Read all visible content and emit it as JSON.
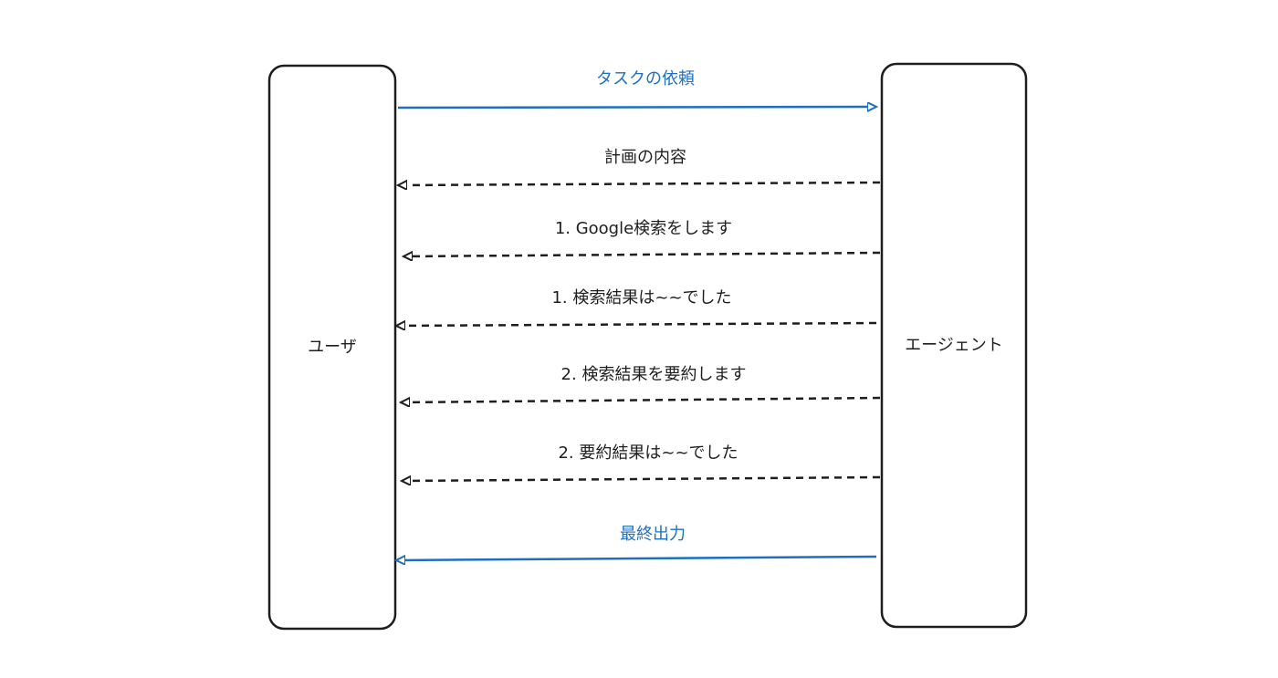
{
  "actors": {
    "user": {
      "label": "ユーザ"
    },
    "agent": {
      "label": "エージェント"
    }
  },
  "messages": [
    {
      "label": "タスクの依頼",
      "direction": "to-agent",
      "style": "solid",
      "color": "#1f6fbf"
    },
    {
      "label": "計画の内容",
      "direction": "to-user",
      "style": "dashed",
      "color": "#1e1e1e"
    },
    {
      "label": "1. Google検索をします",
      "direction": "to-user",
      "style": "dashed",
      "color": "#1e1e1e"
    },
    {
      "label": "1. 検索結果は~~でした",
      "direction": "to-user",
      "style": "dashed",
      "color": "#1e1e1e"
    },
    {
      "label": "2. 検索結果を要約します",
      "direction": "to-user",
      "style": "dashed",
      "color": "#1e1e1e"
    },
    {
      "label": "2. 要約結果は~~でした",
      "direction": "to-user",
      "style": "dashed",
      "color": "#1e1e1e"
    },
    {
      "label": "最終出力",
      "direction": "to-user",
      "style": "solid",
      "color": "#1f6fbf"
    }
  ]
}
